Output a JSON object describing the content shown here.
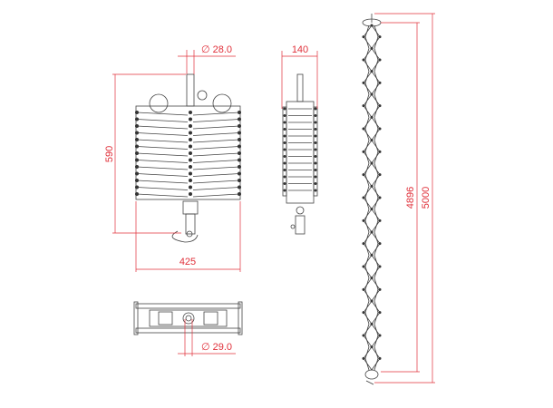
{
  "colors": {
    "dimension": "#e0303a",
    "drawing": "#444444"
  },
  "front_view": {
    "height_label": "590",
    "width_label": "425",
    "spigot_diameter_label": "∅ 28.0"
  },
  "side_view": {
    "depth_label": "140"
  },
  "bottom_view": {
    "spigot_diameter_label": "∅ 29.0"
  },
  "extended_view": {
    "inner_length_label": "4896",
    "total_length_label": "5000"
  }
}
